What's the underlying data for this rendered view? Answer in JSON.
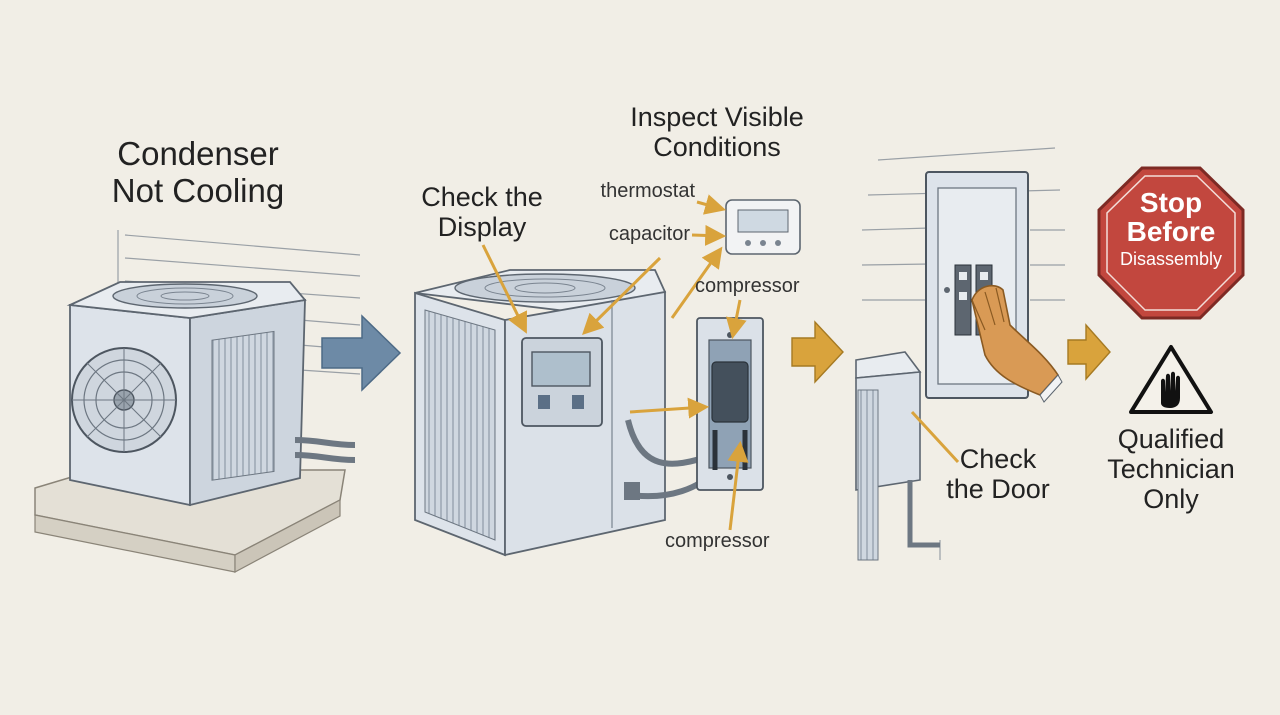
{
  "colors": {
    "background": "#f1eee6",
    "unit_body": "#dde3ea",
    "blue_arrow": "#6d8aa6",
    "orange_arrow": "#d9a33c",
    "stop_red": "#c2473e",
    "glove": "#d99a55",
    "warning_black": "#111111"
  },
  "steps": {
    "step1": {
      "title_line1": "Condenser",
      "title_line2": "Not Cooling"
    },
    "step2": {
      "title_line1": "Check the",
      "title_line2": "Display",
      "inspect_line1": "Inspect Visible",
      "inspect_line2": "Conditions",
      "callouts": {
        "thermostat": "thermostat",
        "capacitor": "capacitor",
        "compressor_top": "compressor",
        "compressor_bottom": "compressor"
      }
    },
    "step3": {
      "title_line1": "Check",
      "title_line2": "the Door"
    },
    "step4": {
      "stop_line1": "Stop",
      "stop_line2": "Before",
      "stop_line3": "Disassembly",
      "warning_line1": "Qualified",
      "warning_line2": "Technician",
      "warning_line3": "Only"
    }
  },
  "icons": [
    "condenser-unit-icon",
    "thermostat-icon",
    "disconnect-box-icon",
    "breaker-panel-icon",
    "gloved-hand-icon",
    "stop-sign-icon",
    "warning-hand-icon"
  ]
}
